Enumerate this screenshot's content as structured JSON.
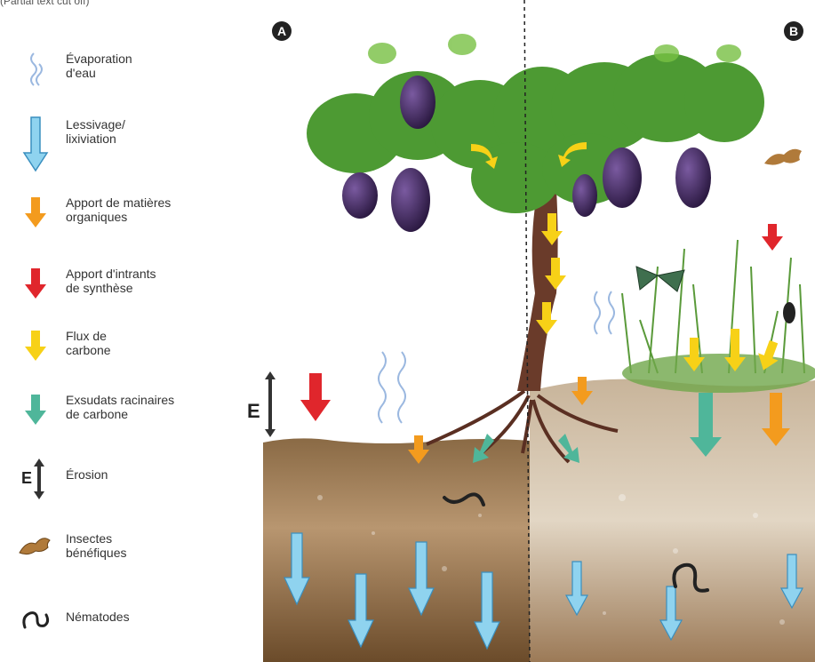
{
  "corner_caption": "(Partial text cut off)",
  "panel_labels": {
    "left": "A",
    "right": "B"
  },
  "erosion_marker": "E",
  "legend": [
    {
      "icon": "wavy-evaporation-icon",
      "label": "Évaporation\nd'eau"
    },
    {
      "icon": "down-arrow-lightblue-icon",
      "label": "Lessivage/\nlixiviation"
    },
    {
      "icon": "down-arrow-orange-icon",
      "label": "Apport de matières\norganiques"
    },
    {
      "icon": "down-arrow-red-icon",
      "label": "Apport d'intrants\nde synthèse"
    },
    {
      "icon": "down-arrow-yellow-icon",
      "label": "Flux de\ncarbone"
    },
    {
      "icon": "down-arrow-green-icon",
      "label": "Exsudats racinaires\nde carbone"
    },
    {
      "icon": "erosion-updown-arrow-icon",
      "label": "Érosion"
    },
    {
      "icon": "insect-icon",
      "label": "Insectes\nbénéfiques"
    },
    {
      "icon": "nematode-icon",
      "label": "Nématodes"
    }
  ],
  "colors": {
    "evaporation": "#9bb8e0",
    "leaching": "#8fd3ef",
    "organic": "#f39b1e",
    "synthetic": "#e0262c",
    "carbon": "#f7d117",
    "exudate": "#4fb69a",
    "soil_dark": "#6b4b2a",
    "leaf": "#4d9a33"
  }
}
